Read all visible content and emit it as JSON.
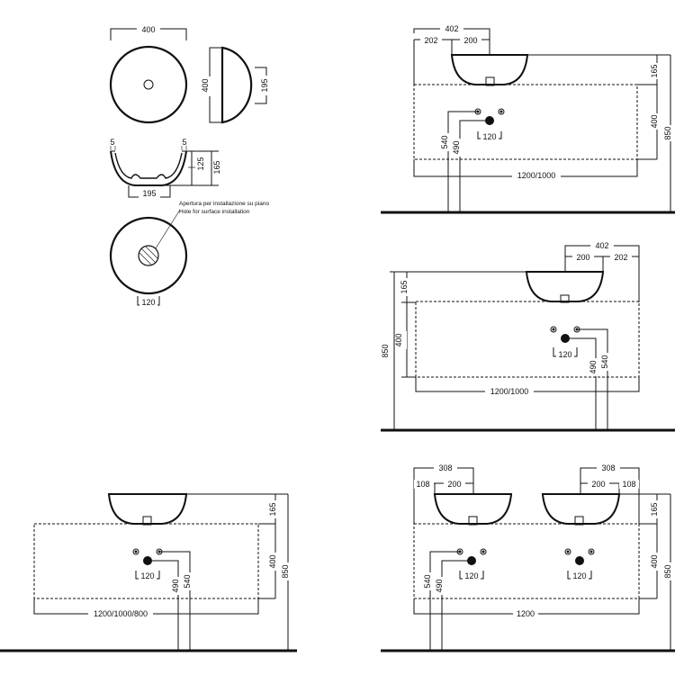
{
  "colors": {
    "line": "#111111",
    "background": "#ffffff"
  },
  "details": {
    "top_view": {
      "width": "400"
    },
    "side_view": {
      "height": "400",
      "depth": "195"
    },
    "section": {
      "rim_left": "5",
      "rim_right": "5",
      "inner_height": "125",
      "total_height": "165",
      "base_width": "195"
    },
    "bottom_view": {
      "note_it": "Apertura per installazione su piano",
      "note_en": "Hole for surface installation",
      "hole": "120"
    }
  },
  "view_a": {
    "basin_width": "402",
    "left_offset": "202",
    "right_offset": "200",
    "basin_height": "165",
    "cabinet_height": "400",
    "total_height": "850",
    "pipe_540": "540",
    "pipe_490": "490",
    "hole": "120",
    "cabinet_width": "1200/1000"
  },
  "view_b": {
    "basin_width": "402",
    "left_offset": "200",
    "right_offset": "202",
    "basin_height": "165",
    "cabinet_height": "400",
    "total_height": "850",
    "pipe_490": "490",
    "pipe_540": "540",
    "hole": "120",
    "cabinet_width": "1200/1000"
  },
  "view_c": {
    "basin_height": "165",
    "cabinet_height": "400",
    "total_height": "850",
    "pipe_490": "490",
    "pipe_540": "540",
    "hole": "120",
    "cabinet_width": "1200/1000/800"
  },
  "view_d": {
    "left_width": "308",
    "left_edge": "108",
    "left_center": "200",
    "right_width": "308",
    "right_center": "200",
    "right_edge": "108",
    "basin_height": "165",
    "cabinet_height": "400",
    "total_height": "850",
    "pipe_540": "540",
    "pipe_490": "490",
    "hole_left": "120",
    "hole_right": "120",
    "cabinet_width": "1200"
  }
}
